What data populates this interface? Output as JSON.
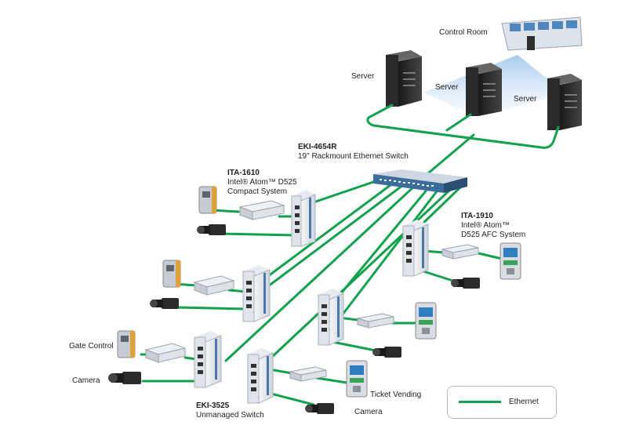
{
  "colors": {
    "ethernet": "#12a14d",
    "switch": "#3b6d9c",
    "beam": "#b9d6ee"
  },
  "labels": {
    "control_room": "Control Room",
    "server_1": "Server",
    "server_2": "Server",
    "server_3": "Server",
    "eki4654r_title": "EKI-4654R",
    "eki4654r_desc": "19\" Rackmount Ethernet Switch",
    "ita1610_title": "ITA-1610",
    "ita1610_line1": "Intel® Atom™ D525",
    "ita1610_line2": "Compact System",
    "ita1910_title": "ITA-1910",
    "ita1910_line1": "Intel® Atom™",
    "ita1910_line2": "D525 AFC System",
    "gate_control": "Gate Control",
    "camera_left": "Camera",
    "eki3525_title": "EKI-3525",
    "eki3525_desc": "Unmanaged Switch",
    "ticket_vending": "Ticket Vending",
    "camera_bottom": "Camera"
  },
  "legend": {
    "ethernet_label": "Ethernet"
  }
}
